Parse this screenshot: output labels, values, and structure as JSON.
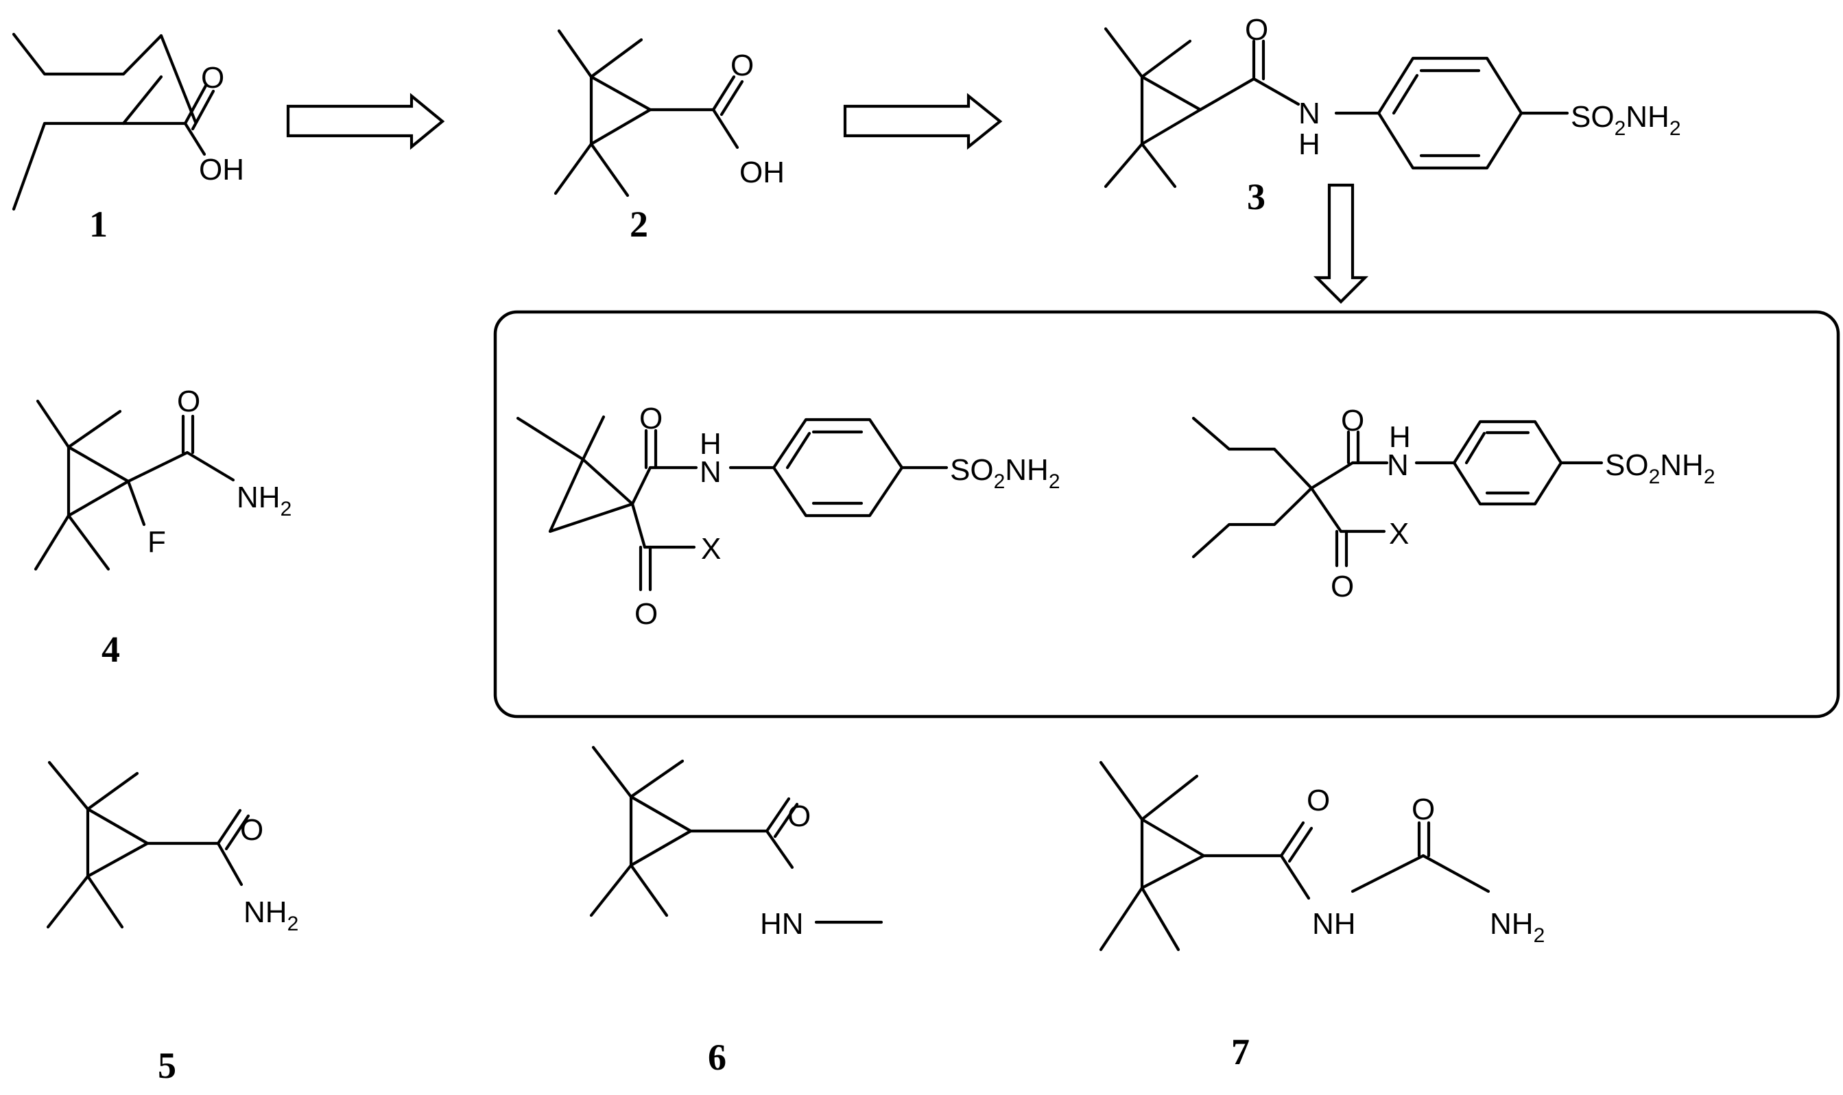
{
  "compounds": [
    {
      "number": "1",
      "oxygen": "O",
      "hydroxyl": "OH"
    },
    {
      "number": "2",
      "oxygen": "O",
      "hydroxyl": "OH"
    },
    {
      "number": "3",
      "oxygen": "O",
      "n": "N",
      "h": "H",
      "group_main": "SO",
      "group_sub": "2",
      "group_tail": "NH",
      "group_sub2": "2"
    },
    {
      "number": "4",
      "oxygen": "O",
      "amine_main": "NH",
      "amine_sub": "2",
      "fluorine": "F"
    },
    {
      "number": "5",
      "oxygen": "O",
      "amine_main": "NH",
      "amine_sub": "2"
    },
    {
      "number": "6",
      "oxygen": "O",
      "amide": "HN"
    },
    {
      "number": "7",
      "oxygen": "O",
      "oxygen2": "O",
      "nh": "NH",
      "amine_main": "NH",
      "amine_sub": "2"
    }
  ],
  "boxed": [
    {
      "oxygen": "O",
      "oxygen2": "O",
      "h": "H",
      "n": "N",
      "x": "X",
      "group_main": "SO",
      "group_sub": "2",
      "group_tail": "NH",
      "group_sub2": "2"
    },
    {
      "oxygen": "O",
      "oxygen2": "O",
      "h": "H",
      "n": "N",
      "x": "X",
      "group_main": "SO",
      "group_sub": "2",
      "group_tail": "NH",
      "group_sub2": "2"
    }
  ]
}
